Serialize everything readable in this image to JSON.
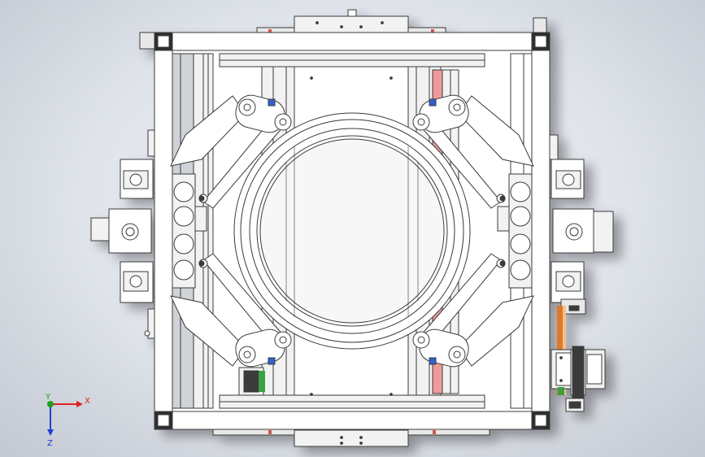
{
  "view": {
    "background_inner": "#f4f6fa",
    "background_outer": "#c3c8d1"
  },
  "model": {
    "line_color": "#3a3a3a",
    "part_fill": "#ffffff",
    "panel_fill": "#f2f2f2",
    "frame_fill": "#e8e8e8",
    "accent_red": "#d9534f",
    "accent_salmon": "#ef9a9a",
    "accent_blue": "#3060d0",
    "accent_orange": "#e0782a",
    "accent_green": "#3aa040"
  },
  "triad": {
    "x_label": "X",
    "y_label": "Y",
    "z_label": "Z",
    "x_color": "#e02020",
    "y_color": "#20a020",
    "z_color": "#2040d0"
  }
}
